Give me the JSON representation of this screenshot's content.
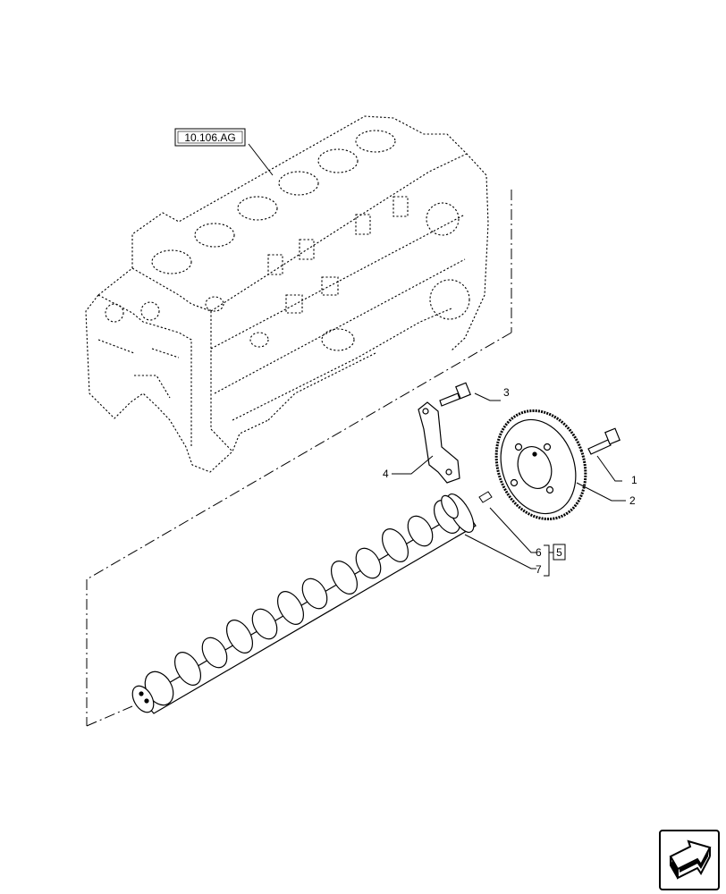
{
  "reference_box": {
    "label": "10.106.AG"
  },
  "callouts": [
    {
      "number": "1"
    },
    {
      "number": "2"
    },
    {
      "number": "3"
    },
    {
      "number": "4"
    },
    {
      "number": "6"
    },
    {
      "number": "7"
    }
  ],
  "kit_box": {
    "label": "5"
  },
  "nav_button": {
    "icon": "next-page-arrow-icon"
  },
  "colors": {
    "line": "#000000",
    "background": "#ffffff"
  }
}
